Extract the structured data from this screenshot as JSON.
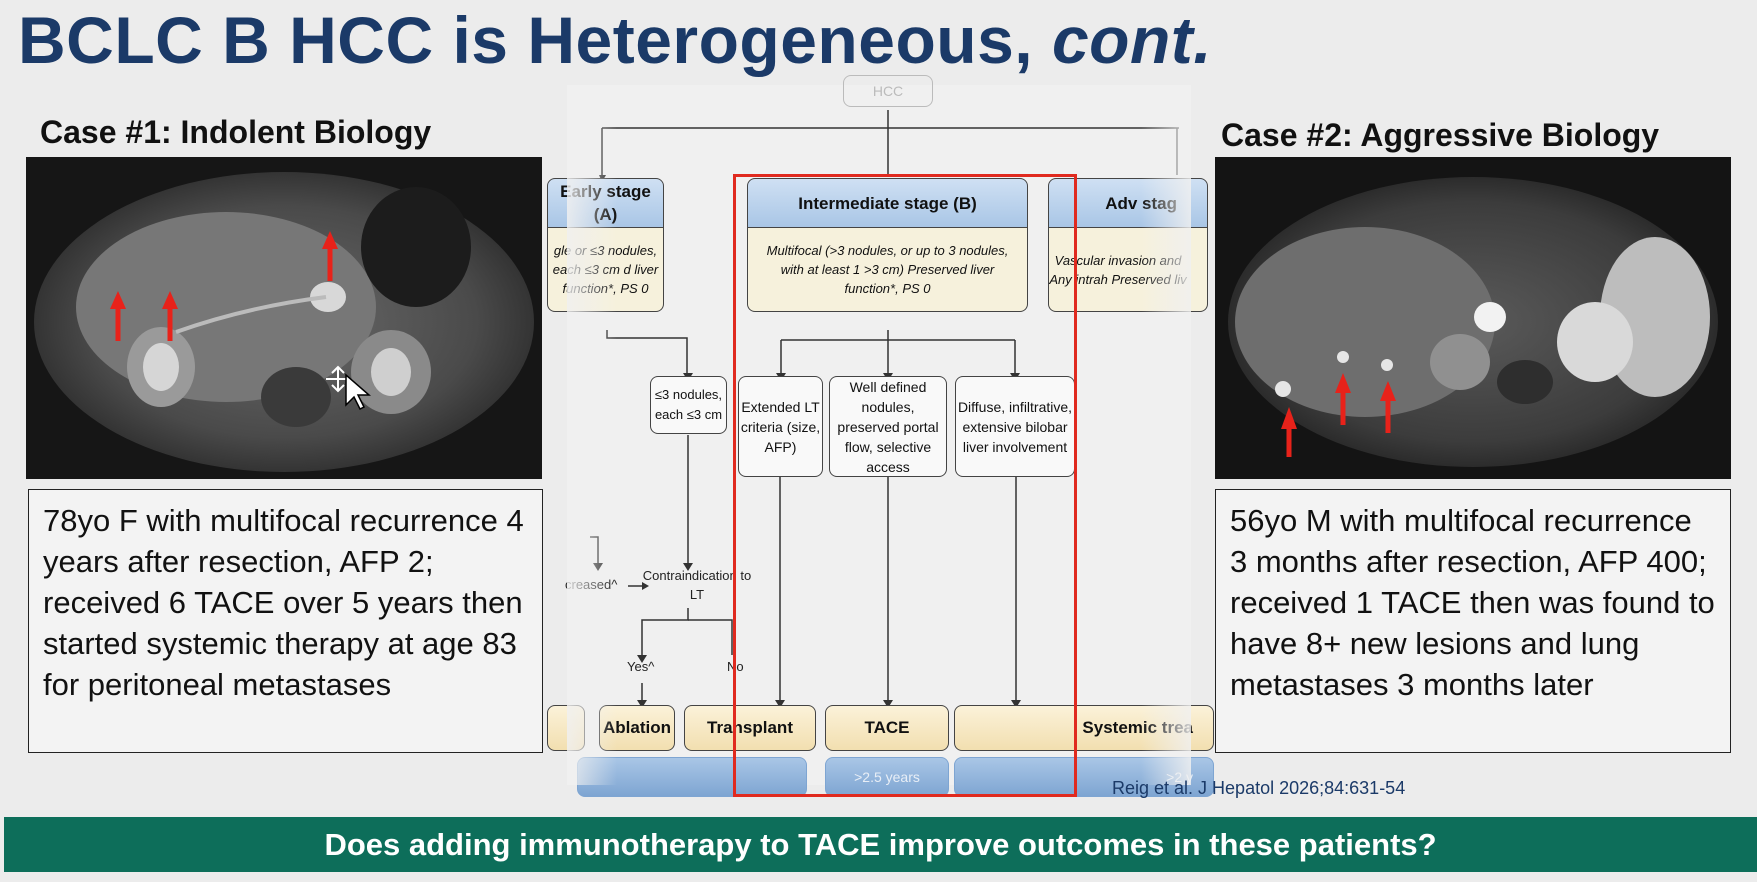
{
  "slide": {
    "title_main": "BCLC B HCC is Heterogeneous, ",
    "title_italic": "cont.",
    "citation": "Reig et al. J Hepatol 2026;84:631-54",
    "banner": "Does adding immunotherapy to TACE improve outcomes in these patients?"
  },
  "case1": {
    "heading": "Case #1: Indolent Biology",
    "description": "78yo F with multifocal recurrence 4 years after resection, AFP 2; received 6 TACE over 5 years then started systemic therapy at age 83 for peritoneal metastases"
  },
  "case2": {
    "heading": "Case #2: Aggressive Biology",
    "description": "56yo M with multifocal recurrence 3 months after resection, AFP 400; received 1 TACE then was found to have 8+ new lesions and lung metastases 3 months later"
  },
  "flowchart": {
    "top_node": "HCC",
    "early_header": "Early stage (A)",
    "early_body": "gle or ≤3 nodules, each ≤3 cm d liver function*, PS 0",
    "intermediate_header": "Intermediate stage (B)",
    "intermediate_body": "Multifocal (>3 nodules, or up to 3 nodules, with at least 1 >3 cm) Preserved liver function*, PS 0",
    "advanced_header": "Adv stag",
    "advanced_body": "Vascular invasion and Any intrah Preserved liv",
    "nodules": "≤3 nodules, each ≤3 cm",
    "extended_lt": "Extended LT criteria (size, AFP)",
    "well_defined": "Well defined nodules, preserved portal flow, selective access",
    "diffuse": "Diffuse, infiltrative, extensive bilobar liver involvement",
    "contraindication": "Contraindication to LT",
    "increased": "creased^",
    "yes": "Yes^",
    "no": "No",
    "ablation": "Ablation",
    "transplant": "Transplant",
    "tace": "TACE",
    "systemic": "Systemic trea",
    "survival_tace": ">2.5 years",
    "survival_right": ">2 y"
  },
  "colors": {
    "title": "#1b3a68",
    "banner_bg": "#0d6e5a",
    "highlight": "#e02a1f",
    "arrow": "#e8221a"
  }
}
